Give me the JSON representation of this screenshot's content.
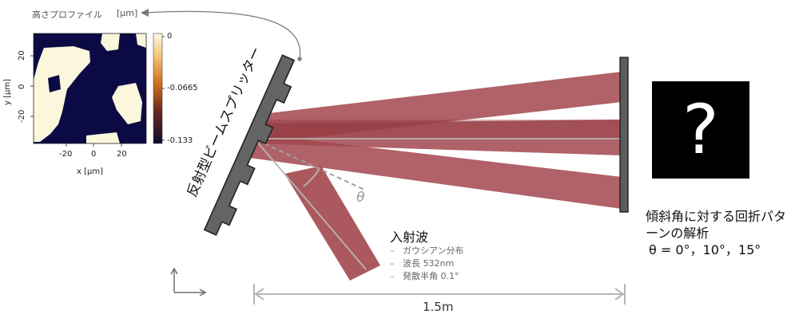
{
  "height_profile": {
    "title": "高さプロファイル",
    "unit": "[μm]",
    "xlabel": "x [μm]",
    "ylabel": "y [μm]",
    "x_ticks": [
      "-20",
      "0",
      "20"
    ],
    "y_ticks": [
      "20",
      "0",
      "-20"
    ],
    "colorbar_ticks": [
      "0",
      "-0.0665",
      "-0.133"
    ],
    "colors": {
      "high": "#fbf6dc",
      "low": "#0c0a44"
    }
  },
  "beam_splitter": {
    "label": "反射型ビームスプリッター"
  },
  "incident_wave": {
    "title": "入射波",
    "bullets": [
      "ガウシアン分布",
      "波長 532nm",
      "発散半角 0.1°"
    ]
  },
  "theta_label": "θ",
  "distance_label": "1.5m",
  "analysis": {
    "line1": "傾斜角に対する回折パタ",
    "line2": "ーンの解析",
    "line3": "θ = 0°，10°，15°",
    "placeholder_symbol": "?"
  },
  "colors": {
    "beam": "#a2474d",
    "beam_dark": "#8a2f36",
    "splitter": "#636363",
    "screen": "#5a5a5a",
    "guide": "#aaaaaa"
  }
}
